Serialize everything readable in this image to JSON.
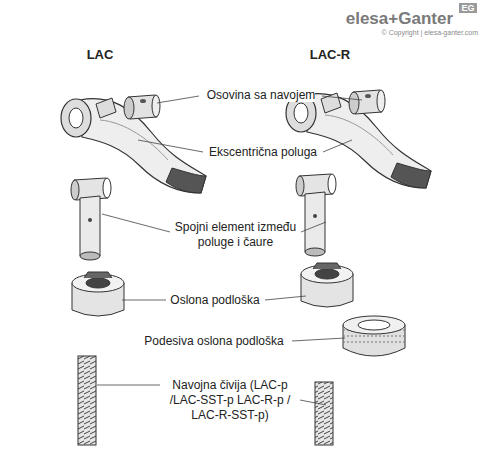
{
  "diagram": {
    "labels": [
      "elesa+Ganter",
      "EG",
      "© Copyright | elesa-ganter.com",
      "LAC",
      "LAC-R",
      "Osovina sa navojem",
      "Ekscentrična poluga",
      "Spojni element između poluge i čaure",
      "Oslona podloška",
      "Podesiva oslona podloška",
      "Navojna čivija (LAC-p /LAC-SST-p LAC-R-p / LAC-R-SST-p)"
    ]
  }
}
